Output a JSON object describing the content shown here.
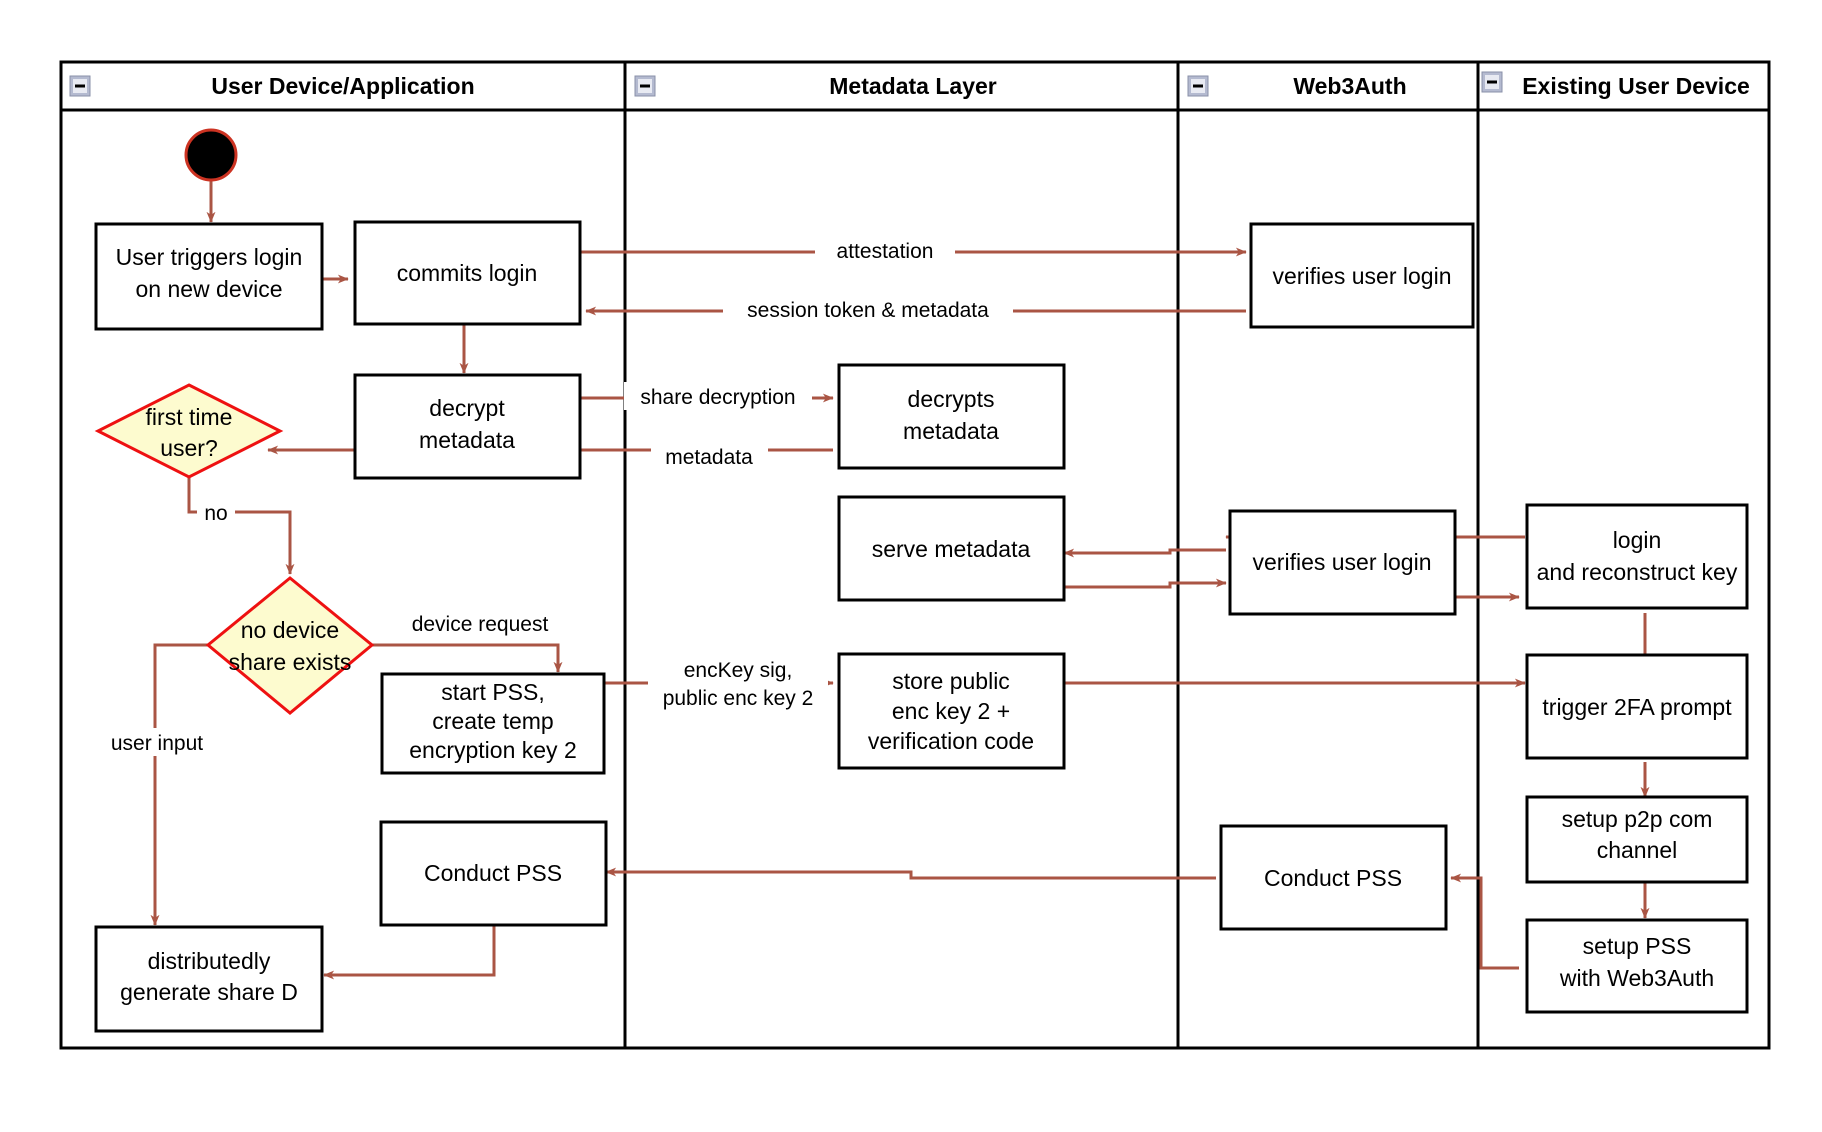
{
  "diagram": {
    "title": "Web3Auth new-device login activity diagram",
    "colors": {
      "arrow": "#aa5544",
      "decision_fill": "#fdfbcf",
      "decision_stroke": "#ee1111",
      "node_stroke": "#000000",
      "lane_stroke": "#000000",
      "start_fill": "#000000",
      "start_stroke": "#cc3322"
    },
    "lanes": [
      {
        "id": "lane-user-device",
        "label": "User Device/Application",
        "collapse_icon": "minus-icon"
      },
      {
        "id": "lane-metadata",
        "label": "Metadata Layer",
        "collapse_icon": "minus-icon"
      },
      {
        "id": "lane-web3auth",
        "label": "Web3Auth",
        "collapse_icon": "minus-icon"
      },
      {
        "id": "lane-existing-device",
        "label": "Existing User Device",
        "collapse_icon": "minus-icon"
      }
    ],
    "nodes": [
      {
        "id": "start",
        "lane": "lane-user-device",
        "shape": "initial-node",
        "label": ""
      },
      {
        "id": "user-triggers-login",
        "lane": "lane-user-device",
        "shape": "action",
        "lines": [
          "User triggers login",
          "on new device"
        ]
      },
      {
        "id": "commits-login",
        "lane": "lane-user-device",
        "shape": "action",
        "lines": [
          "commits login"
        ]
      },
      {
        "id": "decrypt-metadata",
        "lane": "lane-user-device",
        "shape": "action",
        "lines": [
          "decrypt",
          "metadata"
        ]
      },
      {
        "id": "first-time-user",
        "lane": "lane-user-device",
        "shape": "decision",
        "lines": [
          "first time",
          "user?"
        ]
      },
      {
        "id": "no-device-share-exists",
        "lane": "lane-user-device",
        "shape": "decision",
        "lines": [
          "no device",
          "share exists"
        ]
      },
      {
        "id": "start-pss-create-temp-key",
        "lane": "lane-user-device",
        "shape": "action",
        "lines": [
          "start PSS,",
          "create temp",
          "encryption key 2"
        ]
      },
      {
        "id": "conduct-pss-user",
        "lane": "lane-user-device",
        "shape": "action",
        "lines": [
          "Conduct PSS"
        ]
      },
      {
        "id": "distributedly-generate-share-d",
        "lane": "lane-user-device",
        "shape": "action",
        "lines": [
          "distributedly",
          "generate share D"
        ]
      },
      {
        "id": "decrypts-metadata",
        "lane": "lane-metadata",
        "shape": "action",
        "lines": [
          "decrypts",
          "metadata"
        ]
      },
      {
        "id": "serve-metadata",
        "lane": "lane-metadata",
        "shape": "action",
        "lines": [
          "serve metadata"
        ]
      },
      {
        "id": "store-public-enc-key-2",
        "lane": "lane-metadata",
        "shape": "action",
        "lines": [
          "store public",
          "enc key 2 +",
          "verification code"
        ]
      },
      {
        "id": "verifies-user-login-top",
        "lane": "lane-web3auth",
        "shape": "action",
        "lines": [
          "verifies user login"
        ]
      },
      {
        "id": "verifies-user-login-bottom",
        "lane": "lane-web3auth",
        "shape": "action",
        "lines": [
          "verifies user login"
        ]
      },
      {
        "id": "conduct-pss-web3auth",
        "lane": "lane-web3auth",
        "shape": "action",
        "lines": [
          "Conduct PSS"
        ]
      },
      {
        "id": "login-and-reconstruct-key",
        "lane": "lane-existing-device",
        "shape": "action",
        "lines": [
          "login",
          "and reconstruct key"
        ]
      },
      {
        "id": "trigger-2fa-prompt",
        "lane": "lane-existing-device",
        "shape": "action",
        "lines": [
          "trigger 2FA prompt"
        ]
      },
      {
        "id": "setup-p2p-com-channel",
        "lane": "lane-existing-device",
        "shape": "action",
        "lines": [
          "setup p2p com",
          "channel"
        ]
      },
      {
        "id": "setup-pss-with-web3auth",
        "lane": "lane-existing-device",
        "shape": "action",
        "lines": [
          "setup PSS",
          "with Web3Auth"
        ]
      }
    ],
    "edge_labels": [
      {
        "id": "label-attestation",
        "text": "attestation"
      },
      {
        "id": "label-session-token",
        "text": "session token & metadata"
      },
      {
        "id": "label-share-decryption",
        "text": "share decryption"
      },
      {
        "id": "label-metadata",
        "text": "metadata"
      },
      {
        "id": "label-no",
        "text": "no"
      },
      {
        "id": "label-device-request",
        "text": "device request"
      },
      {
        "id": "label-user-input",
        "text": "user input"
      },
      {
        "id": "label-enckey-sig-1",
        "text": "encKey sig,"
      },
      {
        "id": "label-enckey-sig-2",
        "text": "public enc key 2"
      }
    ],
    "node_text": {
      "user_triggers_login_l1": "User triggers login",
      "user_triggers_login_l2": "on new device",
      "commits_login": "commits login",
      "decrypt_metadata_l1": "decrypt",
      "decrypt_metadata_l2": "metadata",
      "first_time_user_l1": "first time",
      "first_time_user_l2": "user?",
      "no_device_share_l1": "no device",
      "no_device_share_l2": "share exists",
      "start_pss_l1": "start PSS,",
      "start_pss_l2": "create temp",
      "start_pss_l3": "encryption key 2",
      "conduct_pss_user": "Conduct PSS",
      "distributedly_l1": "distributedly",
      "distributedly_l2": "generate share D",
      "decrypts_metadata_l1": "decrypts",
      "decrypts_metadata_l2": "metadata",
      "serve_metadata": "serve metadata",
      "store_public_l1": "store public",
      "store_public_l2": "enc key 2 +",
      "store_public_l3": "verification code",
      "verifies_user_login_top": "verifies user login",
      "verifies_user_login_bottom": "verifies user login",
      "conduct_pss_web3auth": "Conduct PSS",
      "login_reconstruct_l1": "login",
      "login_reconstruct_l2": "and reconstruct key",
      "trigger_2fa": "trigger 2FA prompt",
      "setup_p2p_l1": "setup p2p com",
      "setup_p2p_l2": "channel",
      "setup_pss_l1": "setup PSS",
      "setup_pss_l2": "with Web3Auth"
    },
    "labels": {
      "attestation": "attestation",
      "session_token_metadata": "session token & metadata",
      "share_decryption": "share decryption",
      "metadata": "metadata",
      "no": "no",
      "device_request": "device request",
      "user_input": "user input",
      "enckey_sig": "encKey sig,",
      "public_enc_key_2": "public enc key 2"
    },
    "lane_labels": {
      "user_device": "User Device/Application",
      "metadata_layer": "Metadata Layer",
      "web3auth": "Web3Auth",
      "existing_user_device": "Existing User Device"
    }
  }
}
